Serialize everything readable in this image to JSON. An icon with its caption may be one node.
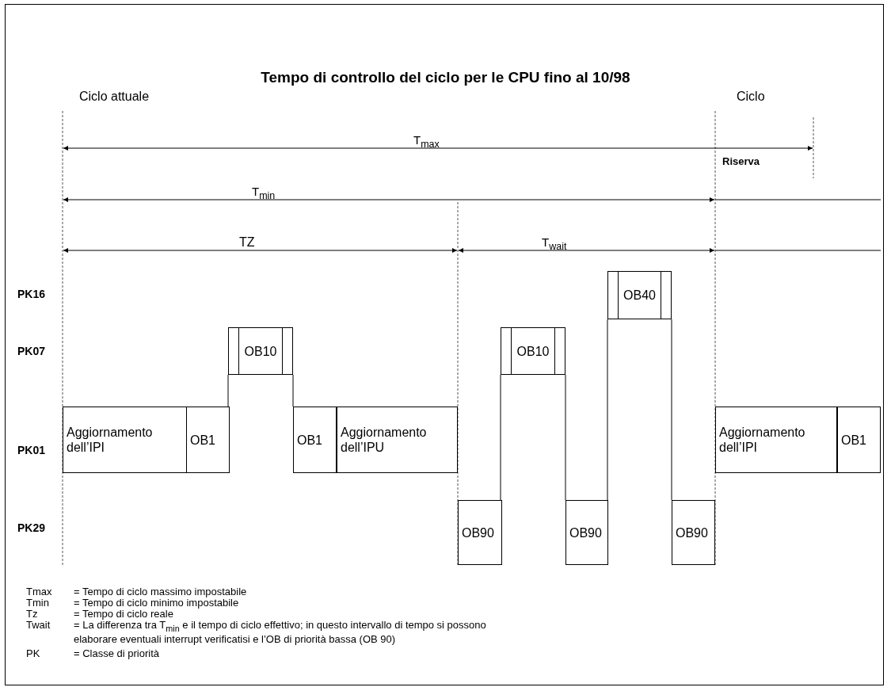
{
  "diagram": {
    "title": "Tempo di controllo del ciclo per le CPU fino al 10/98",
    "nodes": [
      {
        "text": [
          "Aggiornamento dell’IPI"
        ]
      },
      {
        "text": [
          "OB1"
        ]
      },
      {
        "text": [
          "OB10"
        ]
      },
      {
        "text": [
          "OB1"
        ]
      },
      {
        "text": [
          "Aggiornamento dell’IPU"
        ]
      },
      {
        "text": [
          "OB90"
        ]
      },
      {
        "text": [
          "OB10"
        ]
      },
      {
        "text": [
          "OB90"
        ]
      },
      {
        "text": [
          "OB40"
        ]
      },
      {
        "text": [
          "OB90"
        ]
      },
      {
        "text": [
          "Aggiornamento dell’IPI"
        ]
      },
      {
        "text": [
          "OB1"
        ]
      }
    ],
    "edges": [
      {
        "from": 1,
        "to": 2,
        "arrow": "none"
      },
      {
        "from": 2,
        "to": 3,
        "arrow": "none"
      },
      {
        "from": 5,
        "to": 6,
        "arrow": "none"
      },
      {
        "from": 6,
        "to": 7,
        "arrow": "none"
      },
      {
        "from": 7,
        "to": 8,
        "arrow": "none"
      },
      {
        "from": 8,
        "to": 9,
        "arrow": "none"
      }
    ],
    "labels": [
      "Ciclo attuale",
      "Ciclo",
      "T$_{max}$",
      "Riserva",
      "T$_{min}$",
      "TZ",
      "T$_{wait}$",
      "PK16",
      "PK07",
      "PK01",
      "PK29",
      "Tmax",
      "= Tempo di ciclo massimo impostabile",
      "Tmin",
      "= Tempo di ciclo minimo impostabile",
      "Tz",
      "= Tempo di ciclo reale",
      "Twait",
      "= La differenza tra T$_{min}$ e il tempo di ciclo effettivo; in questo intervallo di tempo si possono elaborare eventuali interrupt verificatisi e l’OB di priorità bassa (OB 90)",
      "PK",
      "= Classe di priorità"
    ]
  }
}
